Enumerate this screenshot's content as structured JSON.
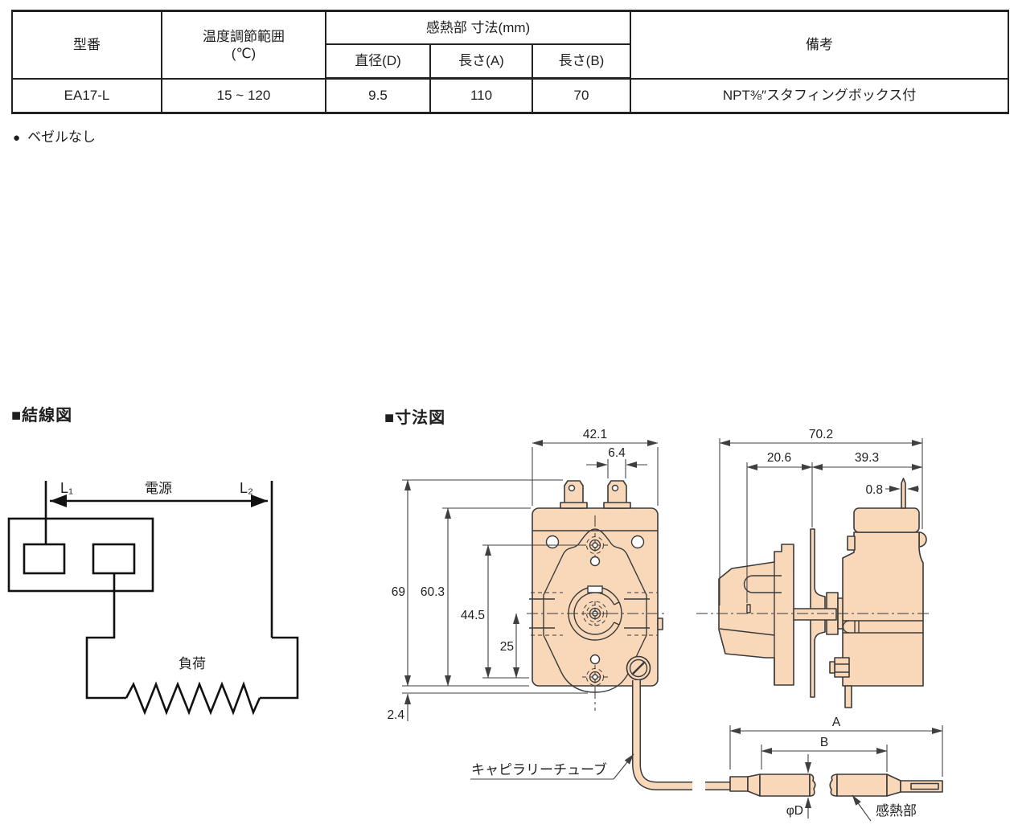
{
  "table": {
    "headers": {
      "model": "型番",
      "temp_range": "温度調節範囲",
      "temp_range_unit": "(℃)",
      "sensor_dims": "感熱部 寸法(mm)",
      "diameter": "直径(D)",
      "length_a": "長さ(A)",
      "length_b": "長さ(B)",
      "remarks": "備考"
    },
    "row": {
      "model": "EA17-L",
      "temp_range": "15 ~ 120",
      "diameter": "9.5",
      "length_a": "110",
      "length_b": "70",
      "remarks": "NPT⅜″スタフィングボックス付"
    }
  },
  "notes": {
    "bullet": "●",
    "bezel_note": "ベゼルなし"
  },
  "wiring_figure": {
    "title": "■結線図",
    "terminal_l1": "L₁",
    "terminal_l2": "L₂",
    "power": "電源",
    "load": "負荷"
  },
  "dim_figure": {
    "title": "■寸法図",
    "front": {
      "width": "42.1",
      "terminal_width": "6.4",
      "total_height": "69",
      "body_height": "60.3",
      "screw_span": "44.5",
      "lower_span": "25",
      "protrusion": "2.4"
    },
    "side": {
      "total_width": "70.2",
      "knob_width": "20.6",
      "body_width": "39.3",
      "pin_width": "0.8"
    },
    "probe": {
      "dim_a": "A",
      "dim_b": "B",
      "dia": "φD",
      "sensor_label": "感熱部",
      "capillary_label": "キャピラリーチューブ"
    }
  },
  "colors": {
    "body_fill": "#f8d8b9",
    "line": "#3a3a3a",
    "dim": "#3f3f3f",
    "text": "#1f1f1f",
    "wire": "#111111"
  }
}
